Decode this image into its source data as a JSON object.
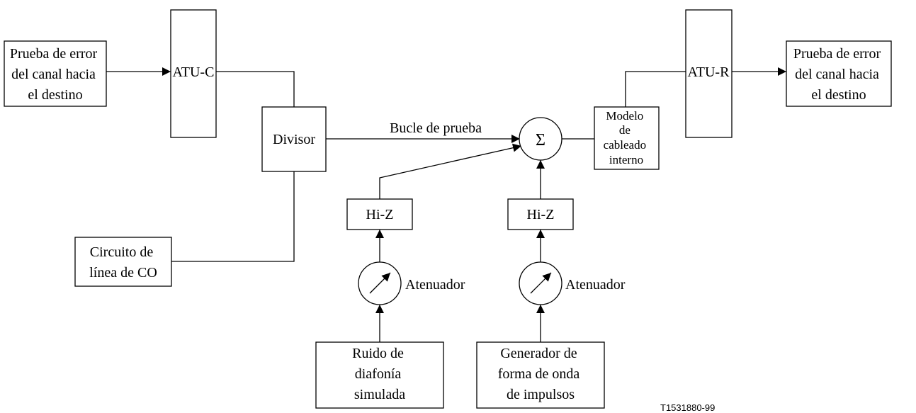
{
  "blocks": {
    "error_test_left": [
      "Prueba de error",
      "del canal hacia",
      "el destino"
    ],
    "atu_c": "ATU-C",
    "divisor": "Divisor",
    "co_circuit": [
      "Circuito de",
      "línea de CO"
    ],
    "sum_symbol": "Σ",
    "wiring_model": [
      "Modelo",
      "de",
      "cableado",
      "interno"
    ],
    "atu_r": "ATU-R",
    "error_test_right": [
      "Prueba de error",
      "del canal hacia",
      "el destino"
    ],
    "hiz_left": "Hi-Z",
    "hiz_right": "Hi-Z",
    "attenuator_left": "Atenuador",
    "attenuator_right": "Atenuador",
    "crosstalk_noise": [
      "Ruido de",
      "diafonía",
      "simulada"
    ],
    "impulse_generator": [
      "Generador de",
      "forma de onda",
      "de impulsos"
    ]
  },
  "edges": {
    "test_loop": "Bucle de prueba"
  },
  "figure_id": "T1531880-99"
}
